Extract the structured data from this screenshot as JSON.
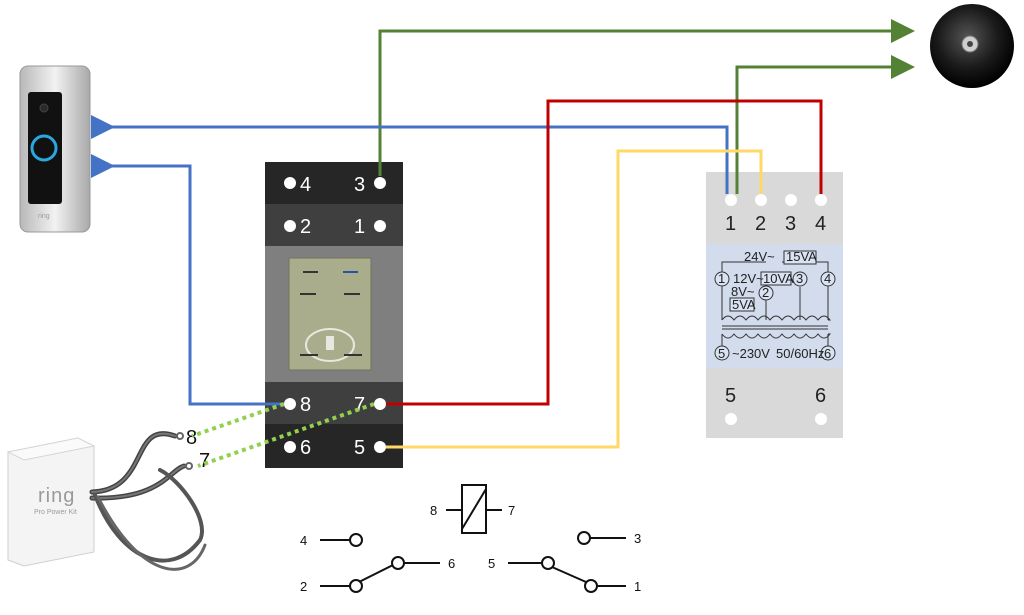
{
  "relay": {
    "terminals": [
      "4",
      "3",
      "2",
      "1",
      "8",
      "7",
      "6",
      "5"
    ]
  },
  "transformer": {
    "top_terminals": [
      "1",
      "2",
      "3",
      "4"
    ],
    "bottom_terminals": [
      "5",
      "6"
    ],
    "label_24v": "24V~",
    "label_15va": "15VA",
    "label_12v": "12V~",
    "label_10va": "10VA",
    "label_8v": "8V~",
    "label_5va": "5VA",
    "circle_labels": [
      "1",
      "2",
      "3",
      "4",
      "5",
      "6"
    ],
    "label_230v": "~230V",
    "label_freq": "50/60Hz"
  },
  "doorbell": {
    "brand": "ring"
  },
  "power_kit": {
    "brand": "ring",
    "subtitle": "Pro Power Kit",
    "lead_labels": [
      "8",
      "7"
    ]
  },
  "symbol": {
    "coil_left": "8",
    "coil_right": "7",
    "contacts": [
      "4",
      "2",
      "6",
      "5",
      "3",
      "1"
    ]
  },
  "colors": {
    "blue": "#4472c4",
    "green": "#548235",
    "red": "#c00000",
    "yellow": "#ffd966",
    "dotted_green": "#92d050"
  }
}
